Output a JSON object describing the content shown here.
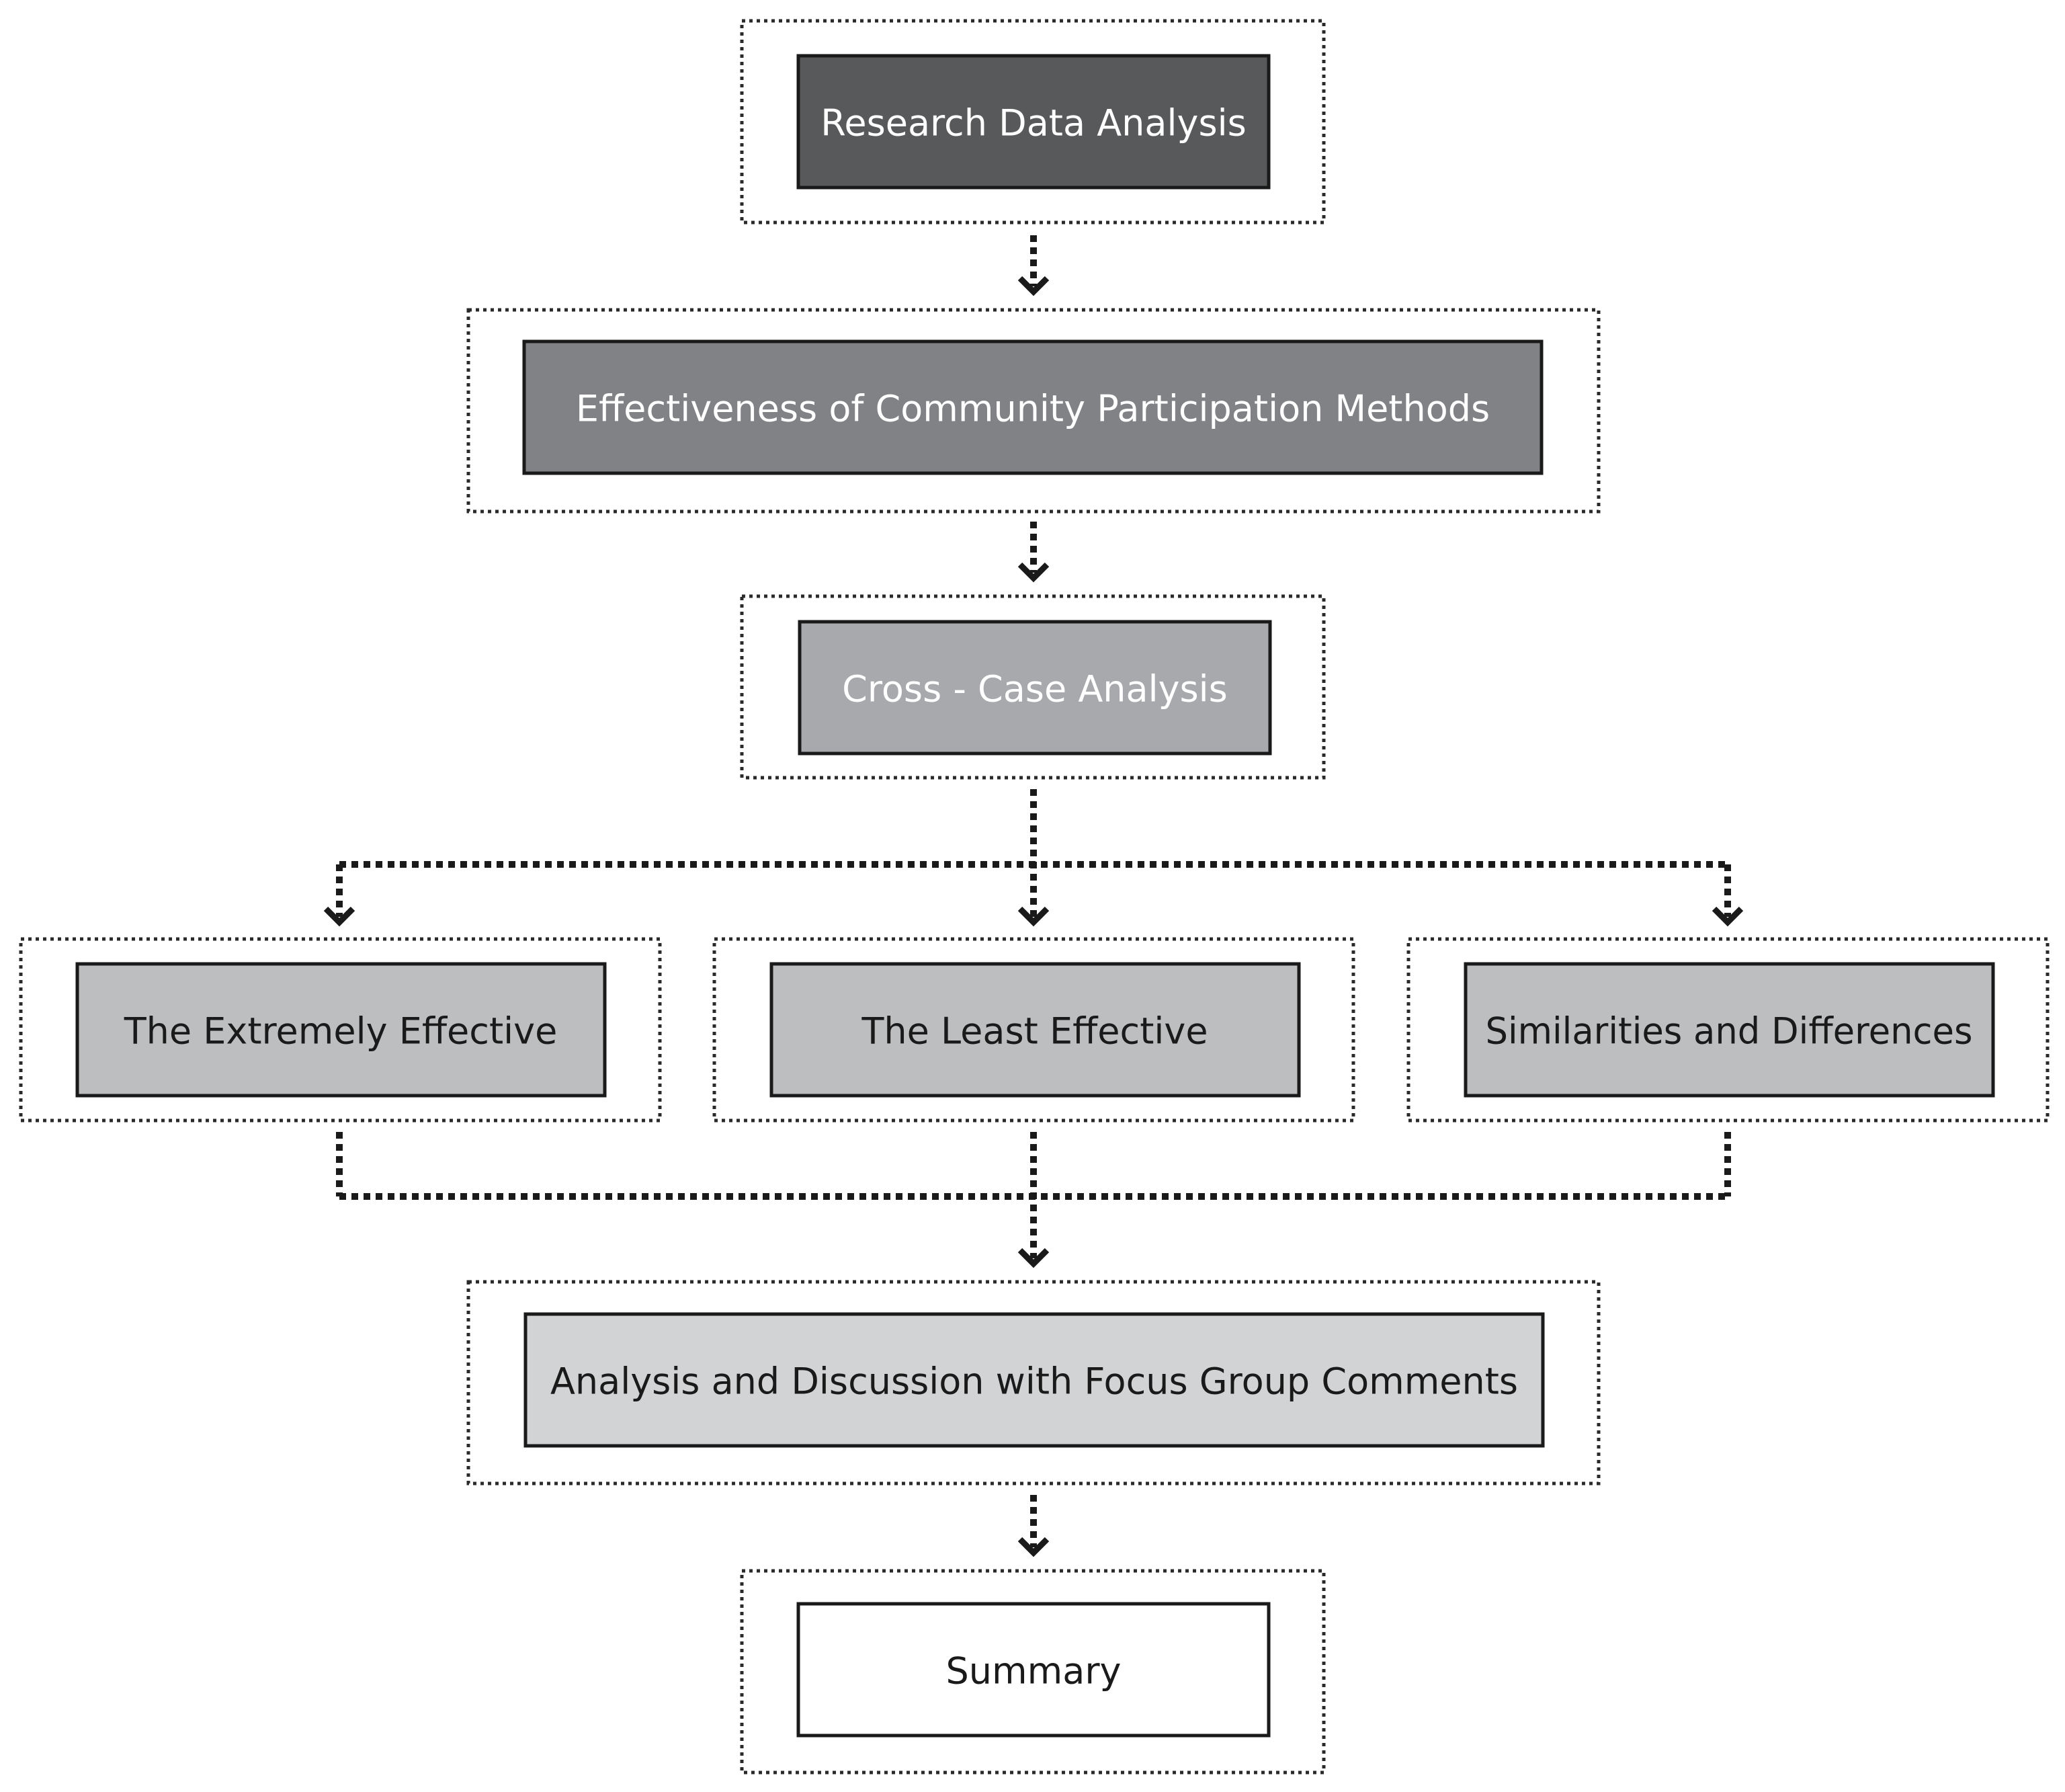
{
  "diagram": {
    "nodes": [
      {
        "id": "research-data-analysis",
        "label": "Research Data Analysis",
        "fill": "#58595b",
        "text_color": "#ffffff"
      },
      {
        "id": "effectiveness-of-community-participation-methods",
        "label": "Effectiveness of Community Participation Methods",
        "fill": "#808285",
        "text_color": "#ffffff"
      },
      {
        "id": "cross-case-analysis",
        "label": "Cross - Case Analysis",
        "fill": "#a7a9ac",
        "text_color": "#ffffff"
      },
      {
        "id": "the-extremely-effective",
        "label": "The Extremely Effective",
        "fill": "#bcbec0",
        "text_color": "#1a1a1a"
      },
      {
        "id": "the-least-effective",
        "label": "The Least Effective",
        "fill": "#bcbec0",
        "text_color": "#1a1a1a"
      },
      {
        "id": "similarities-and-differences",
        "label": "Similarities and Differences",
        "fill": "#bcbec0",
        "text_color": "#1a1a1a"
      },
      {
        "id": "analysis-and-discussion-with-focus-group-comments",
        "label": "Analysis and Discussion with Focus Group Comments",
        "fill": "#d1d3d4",
        "text_color": "#1a1a1a"
      },
      {
        "id": "summary",
        "label": "Summary",
        "fill": "#ffffff",
        "text_color": "#1a1a1a"
      }
    ],
    "edges": [
      {
        "from": "research-data-analysis",
        "to": "effectiveness-of-community-participation-methods"
      },
      {
        "from": "effectiveness-of-community-participation-methods",
        "to": "cross-case-analysis"
      },
      {
        "from": "cross-case-analysis",
        "to": "the-extremely-effective"
      },
      {
        "from": "cross-case-analysis",
        "to": "the-least-effective"
      },
      {
        "from": "cross-case-analysis",
        "to": "similarities-and-differences"
      },
      {
        "from": "the-extremely-effective",
        "to": "analysis-and-discussion-with-focus-group-comments"
      },
      {
        "from": "the-least-effective",
        "to": "analysis-and-discussion-with-focus-group-comments"
      },
      {
        "from": "similarities-and-differences",
        "to": "analysis-and-discussion-with-focus-group-comments"
      },
      {
        "from": "analysis-and-discussion-with-focus-group-comments",
        "to": "summary"
      }
    ]
  }
}
